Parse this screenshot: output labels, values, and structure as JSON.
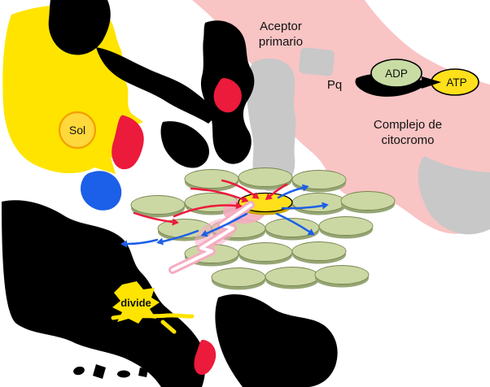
{
  "figure": {
    "description": "Photosystem light-harvesting diagram (Spanish) with pigment molecules and reaction center"
  },
  "labels": {
    "aceptor_line1": "Aceptor",
    "aceptor_line2": "primario",
    "pq": "Pq",
    "adp": "ADP",
    "atp": "ATP",
    "complejo_line1": "Complejo de",
    "complejo_line2": "citocromo",
    "sol": "Sol",
    "divide": "divide"
  },
  "colors": {
    "pink": "#F9C4C4",
    "yellow": "#FFE400",
    "sun_fill": "#FFD83B",
    "sun_stroke": "#F4A000",
    "gray": "#C8C8C8",
    "green_pill": "#CCD8A4",
    "green_pill_dark": "#96A574",
    "green_pill_rim": "#76854F",
    "yellow_pill": "#FFE01A",
    "yellow_pill_dark": "#C8A700",
    "red": "#EC1A3B",
    "blue": "#1C5FE8",
    "adp_fill": "#C9DCA4",
    "atp_fill": "#FFE01A",
    "glow_pink": "#F5ACC0",
    "ink": "#000000"
  }
}
